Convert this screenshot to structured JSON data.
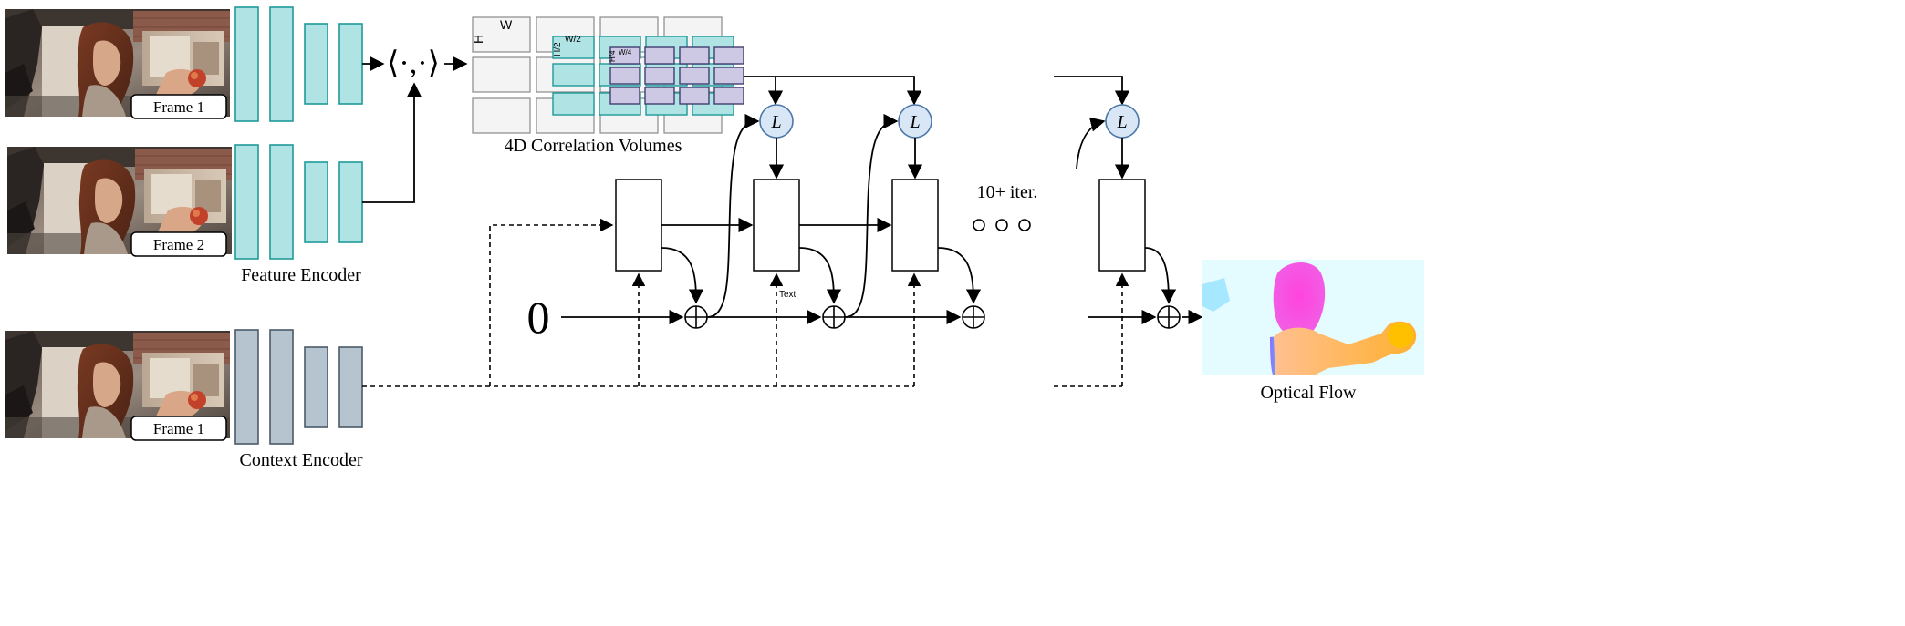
{
  "frames": {
    "frame1_label": "Frame 1",
    "frame2_label": "Frame 2",
    "context_frame_label": "Frame 1"
  },
  "encoders": {
    "feature_label": "Feature Encoder",
    "context_label": "Context Encoder"
  },
  "correlation": {
    "inner_product_symbol": "⟨·,·⟩",
    "label": "4D Correlation Volumes",
    "level1": {
      "h": "H",
      "w": "W"
    },
    "level2": {
      "h": "H/2",
      "w": "W/2"
    },
    "level3": {
      "h": "H/4",
      "w": "W/4"
    }
  },
  "update": {
    "lookup_symbol": "L",
    "initial_flow": "0",
    "iterations_label": "10+ iter.",
    "stray_text": "Text"
  },
  "output": {
    "label": "Optical Flow"
  },
  "colors": {
    "feature_fill": "#b0e3e3",
    "feature_stroke": "#1f9a9a",
    "context_fill": "#b6c4cf",
    "context_stroke": "#4a5a68",
    "lookup_fill": "#d8e6f6",
    "lookup_stroke": "#4c78a8",
    "purple_fill": "#cdc8e4",
    "purple_stroke": "#3f3f70",
    "gray_fill": "#f4f4f4",
    "gray_stroke": "#8a8a8a"
  }
}
